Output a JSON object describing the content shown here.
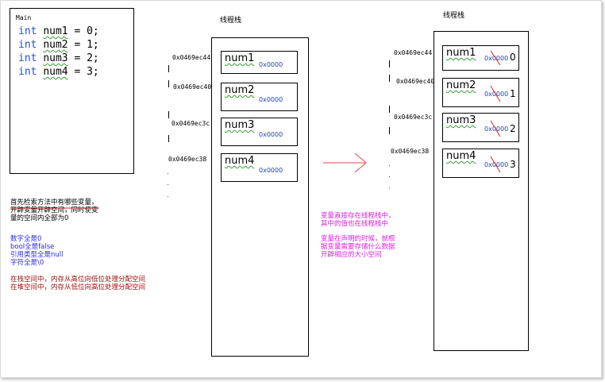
{
  "code_box": {
    "title": "Main",
    "lines": [
      {
        "kw": "int",
        "var": "num1",
        "rest": " = 0;"
      },
      {
        "kw": "int",
        "var": "num2",
        "rest": " = 1;"
      },
      {
        "kw": "int",
        "var": "num3",
        "rest": " = 2;"
      },
      {
        "kw": "int",
        "var": "num4",
        "rest": " = 3;"
      }
    ]
  },
  "stack_left": {
    "title": "线程栈",
    "cells": [
      {
        "addr": "0x0469ec44",
        "name": "num1",
        "value": "0x0000"
      },
      {
        "addr": "0x0469ec40",
        "name": "num2",
        "value": "0x0000"
      },
      {
        "addr": "0x0469ec3c",
        "name": "num3",
        "value": "0x0000"
      },
      {
        "addr": "0x0469ec38",
        "name": "num4",
        "value": "0x0000"
      }
    ]
  },
  "stack_right": {
    "title": "线程栈",
    "cells": [
      {
        "addr": "0x0469ec44",
        "name": "num1",
        "value": "0x0000",
        "new_value": "0"
      },
      {
        "addr": "0x0469ec40",
        "name": "num2",
        "value": "0x0000",
        "new_value": "1"
      },
      {
        "addr": "0x0469ec3c",
        "name": "num3",
        "value": "0x0000",
        "new_value": "2"
      },
      {
        "addr": "0x0469ec38",
        "name": "num4",
        "value": "0x0000",
        "new_value": "3"
      }
    ]
  },
  "notes": {
    "black": "首先检索方法中有哪些变量，\n开辟变量开辟空间，同时使变\n量的空间内全部为0",
    "blue": "数字全是0\nbool全是false\n引用类型全是null\n字符全是\\0",
    "red": "在栈空间中，内存从高位向低位处理分配空间\n在堆空间中，内存从低位向高位处理分配空间",
    "magenta1": "变量直接存在线程栈中，\n其中的值也在线程栈中",
    "magenta2": "变量在声明的时候，就根\n据变量需要存储什么数据\n开辟相应的大小空间"
  },
  "colors": {
    "keyword": "#2a52be",
    "value": "#1f3fb4",
    "strike": "#e03030",
    "arrow": "#e07070",
    "note_blue": "#2a2ae0",
    "note_red": "#a01010",
    "note_magenta": "#e020e0"
  }
}
